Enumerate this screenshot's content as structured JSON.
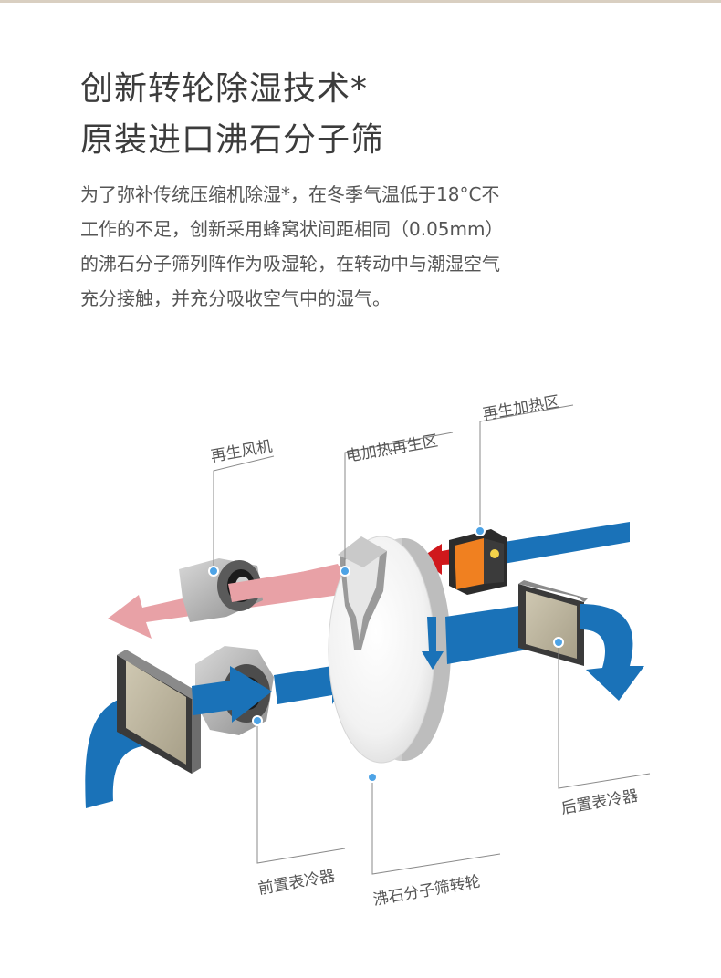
{
  "heading": {
    "line1": "创新转轮除湿技术*",
    "line2": "原装进口沸石分子筛"
  },
  "description": {
    "lines": [
      "为了弥补传统压缩机除湿*，在冬季气温低于18°C不",
      "工作的不足，创新采用蜂窝状间距相同（0.05mm）",
      "的沸石分子筛列阵作为吸湿轮，在转动中与潮湿空气",
      "充分接触，并充分吸收空气中的湿气。"
    ]
  },
  "diagram": {
    "labels": {
      "regen_fan": "再生风机",
      "electric_regen_zone": "电加热再生区",
      "regen_heating_zone": "再生加热区",
      "front_cooler": "前置表冷器",
      "zeolite_wheel": "沸石分子筛转轮",
      "rear_cooler": "后置表冷器"
    },
    "colors": {
      "process_air": "#1a72b8",
      "regen_air": "#e8a1a6",
      "hot_air": "#d0181c",
      "heater": "#f08020",
      "marker": "#4da3e6",
      "leader_line": "#8a8a8a",
      "label_text": "#555555"
    }
  }
}
